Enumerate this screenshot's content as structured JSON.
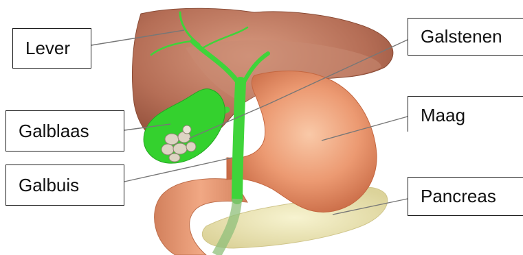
{
  "labels": {
    "lever": "Lever",
    "galblaas": "Galblaas",
    "galbuis": "Galbuis",
    "galstenen": "Galstenen",
    "maag": "Maag",
    "pancreas": "Pancreas"
  },
  "colors": {
    "liver": "#b56e56",
    "gallbladder": "#34d12e",
    "stomach": "#e9936c",
    "pancreas": "#eee8b6",
    "gallstones": "#ddd4c3",
    "leader_line": "#777777"
  }
}
